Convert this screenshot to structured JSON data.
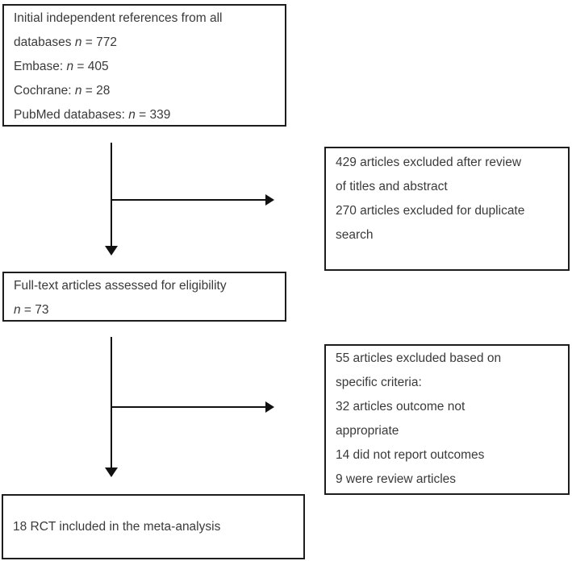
{
  "diagram": {
    "kind": "study-selection-flowchart",
    "colors": {
      "background": "#ffffff",
      "box_border": "#1d1d1d",
      "text": "#3a3a3a",
      "arrow": "#111111"
    },
    "boxes": {
      "initial": {
        "lines": [
          [
            {
              "t": "Initial independent references from all"
            }
          ],
          [
            {
              "t": "databases "
            },
            {
              "t": "n",
              "i": true
            },
            {
              "t": " = 772"
            }
          ],
          [
            {
              "t": "Embase: "
            },
            {
              "t": "n",
              "i": true
            },
            {
              "t": " = 405"
            }
          ],
          [
            {
              "t": "Cochrane: "
            },
            {
              "t": "n",
              "i": true
            },
            {
              "t": " = 28"
            }
          ],
          [
            {
              "t": "PubMed databases: "
            },
            {
              "t": "n",
              "i": true
            },
            {
              "t": " = 339"
            }
          ]
        ]
      },
      "excluded1": {
        "lines": [
          [
            {
              "t": "429 articles excluded after review"
            }
          ],
          [
            {
              "t": "of titles and abstract"
            }
          ],
          [
            {
              "t": "270 articles excluded for duplicate"
            }
          ],
          [
            {
              "t": "search"
            }
          ]
        ]
      },
      "fulltext": {
        "lines": [
          [
            {
              "t": "Full-text articles assessed for eligibility"
            }
          ],
          [
            {
              "t": "n",
              "i": true
            },
            {
              "t": " = 73"
            }
          ]
        ]
      },
      "excluded2": {
        "lines": [
          [
            {
              "t": "55 articles excluded based on"
            }
          ],
          [
            {
              "t": "specific criteria:"
            }
          ],
          [
            {
              "t": "32 articles outcome not"
            }
          ],
          [
            {
              "t": "appropriate"
            }
          ],
          [
            {
              "t": "14 did not report outcomes"
            }
          ],
          [
            {
              "t": "9 were review articles"
            }
          ]
        ]
      },
      "included": {
        "lines": [
          [
            {
              "t": "18 RCT included in the meta-analysis"
            }
          ]
        ]
      }
    }
  }
}
